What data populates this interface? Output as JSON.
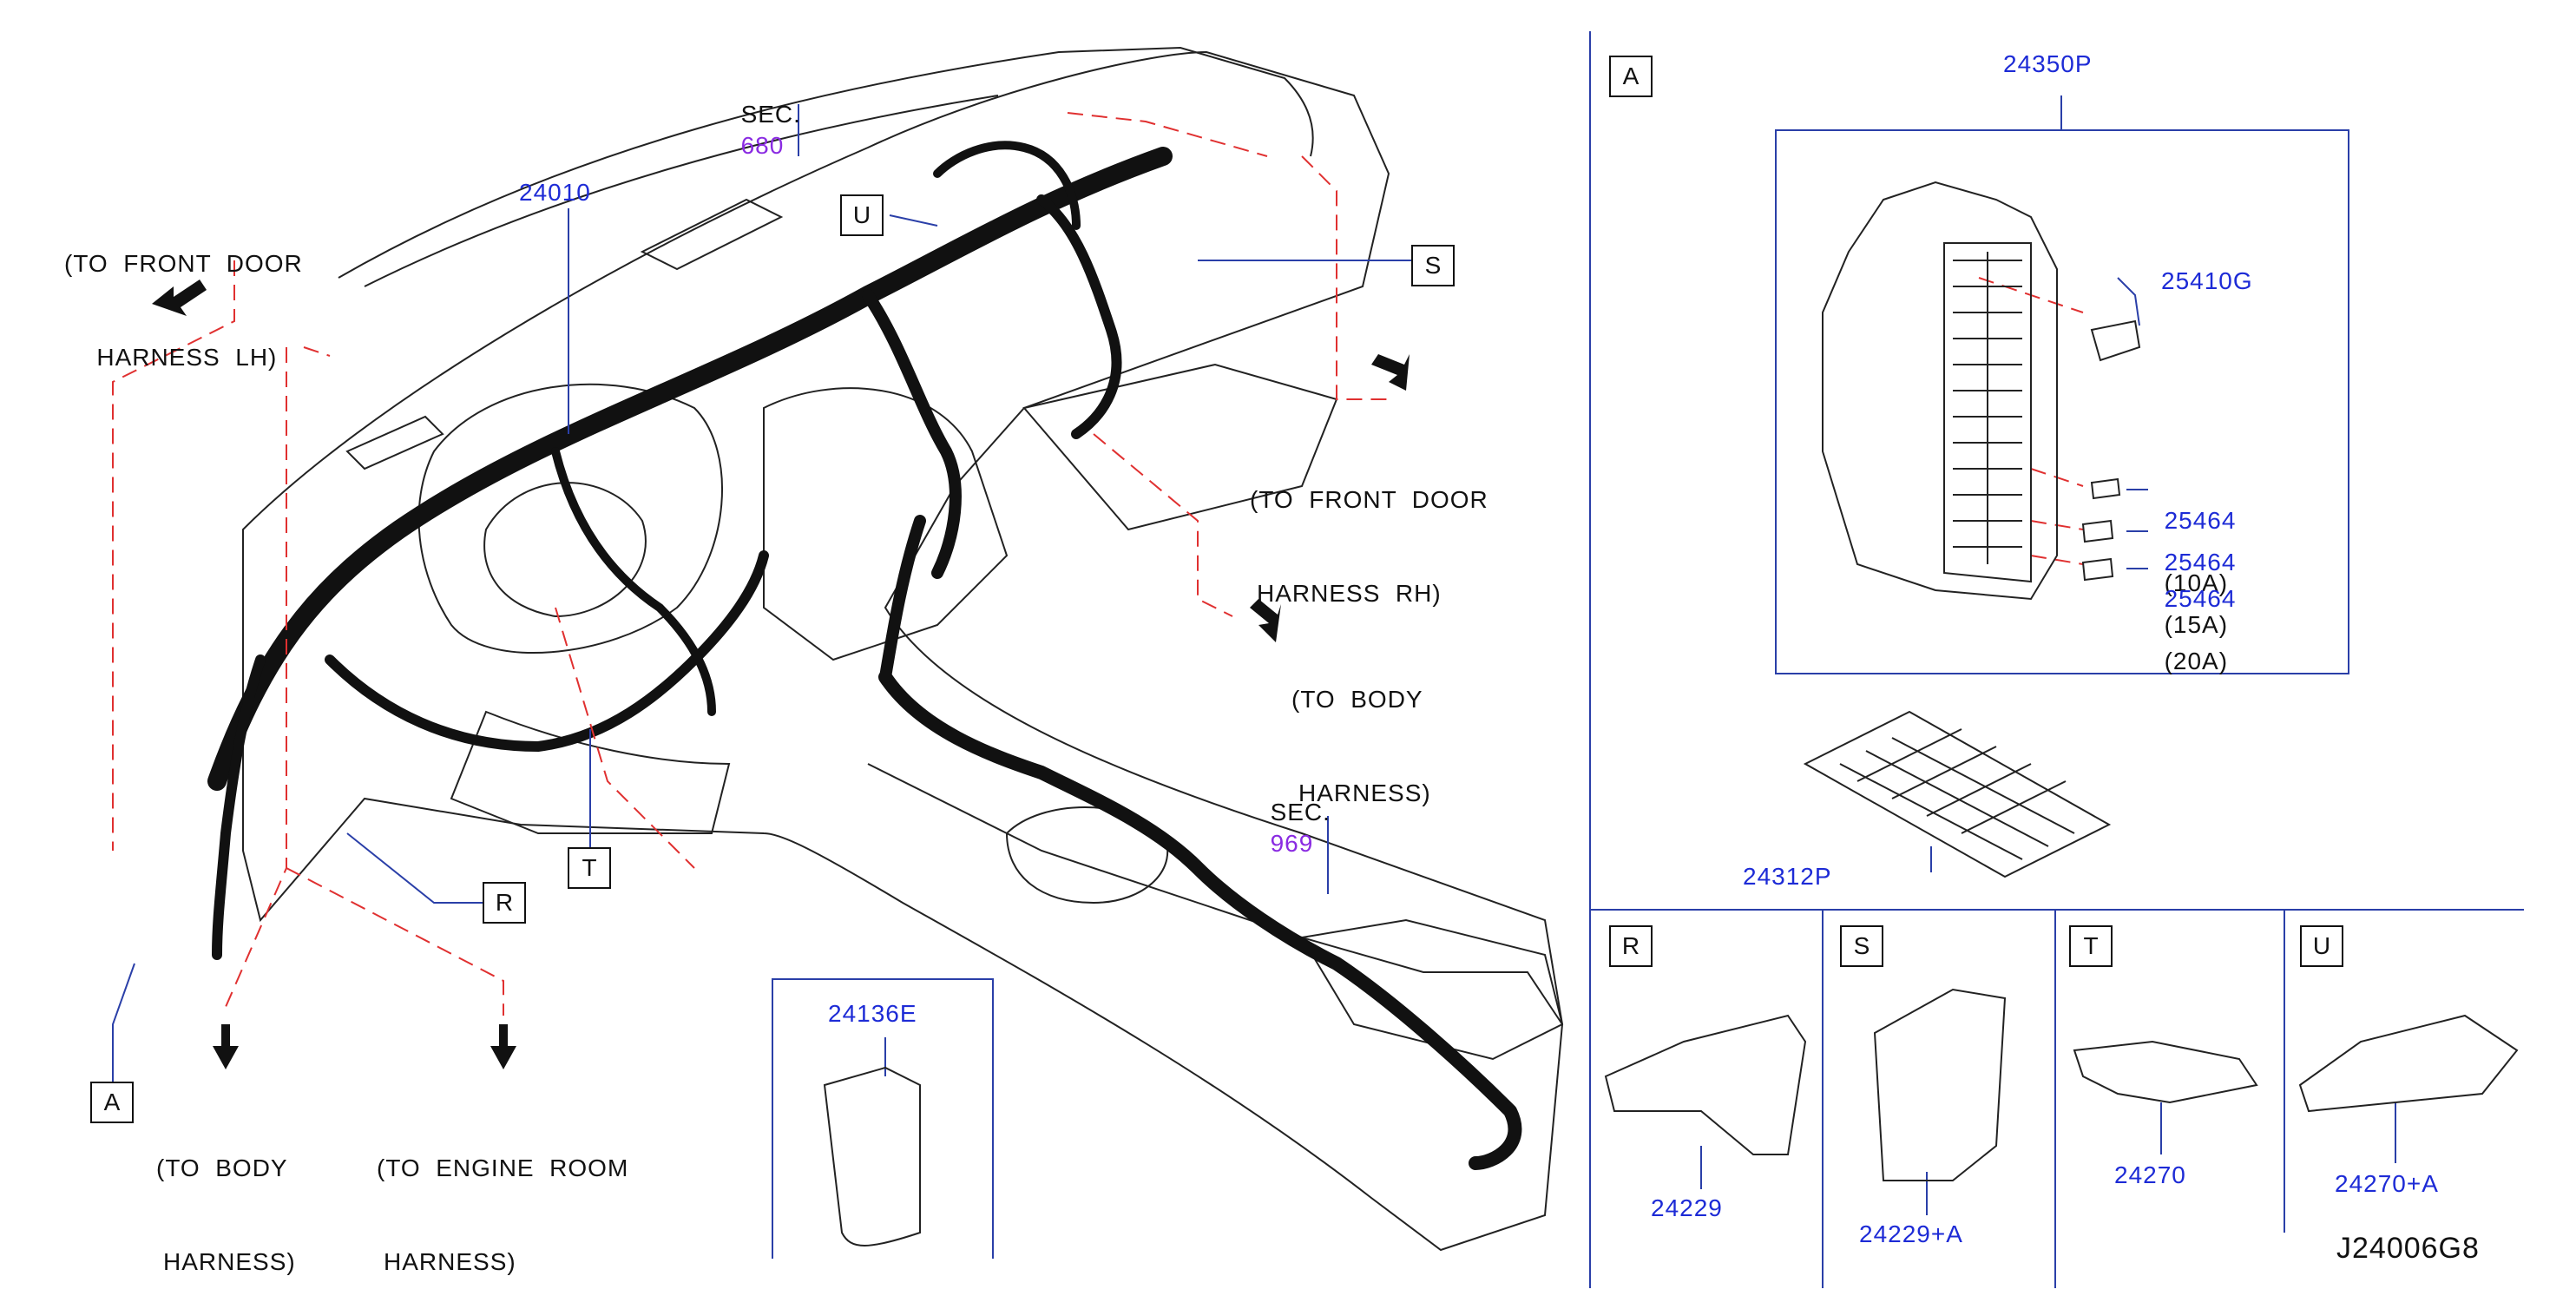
{
  "diagram_id": "J24006G8",
  "colors": {
    "part_number": "#1d2bd6",
    "section_ref": "#8a2be2",
    "line_art": "#111111",
    "leader": "#2a3fa8",
    "dashed": "#e03030"
  },
  "section_refs": [
    {
      "prefix": "SEC.",
      "number": "680"
    },
    {
      "prefix": "SEC.",
      "number": "969"
    }
  ],
  "main": {
    "harness_part": "24010",
    "routing_notes": [
      {
        "line1": "(TO  FRONT  DOOR",
        "line2": "HARNESS  LH)"
      },
      {
        "line1": "(TO  FRONT  DOOR",
        "line2": "HARNESS  RH)"
      },
      {
        "line1": "(TO  BODY",
        "line2": "HARNESS)"
      },
      {
        "line1": "(TO  BODY",
        "line2": "HARNESS)"
      },
      {
        "line1": "(TO  ENGINE  ROOM",
        "line2": "HARNESS)"
      }
    ],
    "callouts": [
      "U",
      "S",
      "R",
      "T",
      "A"
    ],
    "inset_part": "24136E"
  },
  "detail_a": {
    "callout": "A",
    "box_part": "24350P",
    "parts": [
      {
        "number": "25410G",
        "rating": ""
      },
      {
        "number": "25464",
        "rating": "(10A)"
      },
      {
        "number": "25464",
        "rating": "(15A)"
      },
      {
        "number": "25464",
        "rating": "(20A)"
      }
    ],
    "label_part": "24312P"
  },
  "details": [
    {
      "callout": "R",
      "part": "24229"
    },
    {
      "callout": "S",
      "part": "24229+A"
    },
    {
      "callout": "T",
      "part": "24270"
    },
    {
      "callout": "U",
      "part": "24270+A"
    }
  ]
}
